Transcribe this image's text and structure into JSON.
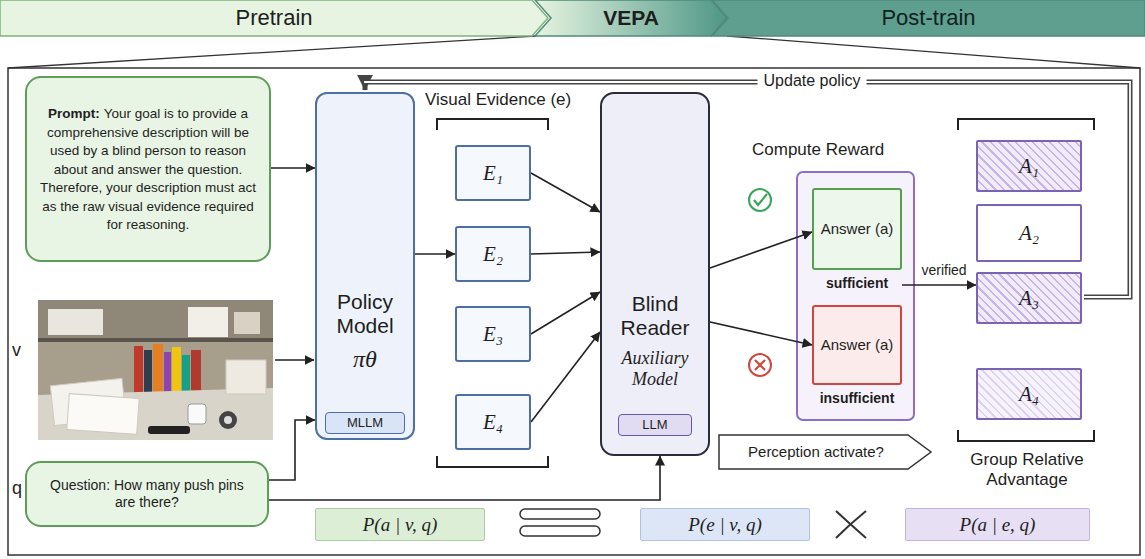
{
  "diagram": {
    "nodes": [
      {
        "text": [
          "Pretrain"
        ]
      },
      {
        "text": [
          "VEPA"
        ]
      },
      {
        "text": [
          "Post-train"
        ]
      },
      {
        "text": [
          "Prompt:",
          "Your goal is to provide a comprehensive description will be used by a blind person to reason about and answer the question. Therefore, your description must act as the raw visual evidence required for reasoning."
        ]
      },
      {
        "text": [
          "Question: How many push pins are there?"
        ]
      },
      {
        "text": [
          "Policy Model",
          "πθ"
        ]
      },
      {
        "text": [
          "MLLM"
        ],
        "in": 5
      },
      {
        "text": [
          "E₁"
        ]
      },
      {
        "text": [
          "E₂"
        ]
      },
      {
        "text": [
          "E₃"
        ]
      },
      {
        "text": [
          "E₄"
        ]
      },
      {
        "text": [
          "Blind Reader",
          "Auxiliary Model"
        ]
      },
      {
        "text": [
          "LLM"
        ],
        "in": 11
      },
      {
        "text": [
          "Answer (a)",
          "sufficient"
        ]
      },
      {
        "text": [
          "Answer (a)",
          "insufficient"
        ]
      },
      {
        "text": [
          "A₁"
        ]
      },
      {
        "text": [
          "A₂"
        ]
      },
      {
        "text": [
          "A₃"
        ]
      },
      {
        "text": [
          "A₄"
        ]
      },
      {
        "text": [
          "Perception activate?"
        ]
      },
      {
        "text": [
          "P(a | v, q)"
        ]
      },
      {
        "text": [
          "P(e | v, q)"
        ]
      },
      {
        "text": [
          "P(a | e, q)"
        ]
      }
    ],
    "edges": [
      {
        "from": 3,
        "to": 5,
        "arrow": "to"
      },
      {
        "from": 4,
        "to": 5,
        "arrow": "to"
      },
      {
        "from": 4,
        "to": 11,
        "arrow": "to"
      },
      {
        "from": 5,
        "to": 8,
        "arrow": "to"
      },
      {
        "from": 7,
        "to": 11,
        "arrow": "to"
      },
      {
        "from": 8,
        "to": 11,
        "arrow": "to"
      },
      {
        "from": 9,
        "to": 11,
        "arrow": "to"
      },
      {
        "from": 10,
        "to": 11,
        "arrow": "to"
      },
      {
        "from": 11,
        "to": 13,
        "arrow": "to"
      },
      {
        "from": 11,
        "to": 14,
        "arrow": "to"
      },
      {
        "from": 13,
        "to": 17,
        "label": "verified",
        "arrow": "to"
      }
    ],
    "labels": [
      "Update policy",
      "Visual Evidence (e)",
      "Compute Reward",
      "v",
      "q",
      "Group Relative Advantage"
    ]
  }
}
